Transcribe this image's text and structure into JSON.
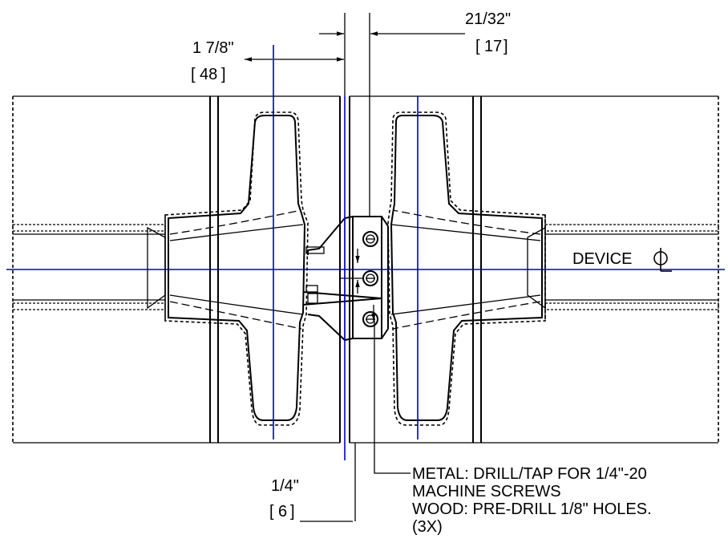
{
  "dimensions": {
    "top_right_inch": "21/32\"",
    "top_right_mm": "17",
    "top_left_inch": "1 7/8\"",
    "top_left_mm": "48",
    "bottom_inch": "1/4\"",
    "bottom_mm": "6"
  },
  "labels": {
    "centerline": "DEVICE",
    "note_line1": "METAL: DRILL/TAP FOR 1/4\"-20",
    "note_line2": "MACHINE SCREWS",
    "note_line3": "WOOD: PRE-DRILL 1/8\" HOLES.",
    "note_line4": "(3X)"
  },
  "icons": {
    "centerline_symbol": "centerline-symbol-icon"
  },
  "colors": {
    "linework": "#000000",
    "centerlines": "#0000c8",
    "background": "#ffffff"
  }
}
